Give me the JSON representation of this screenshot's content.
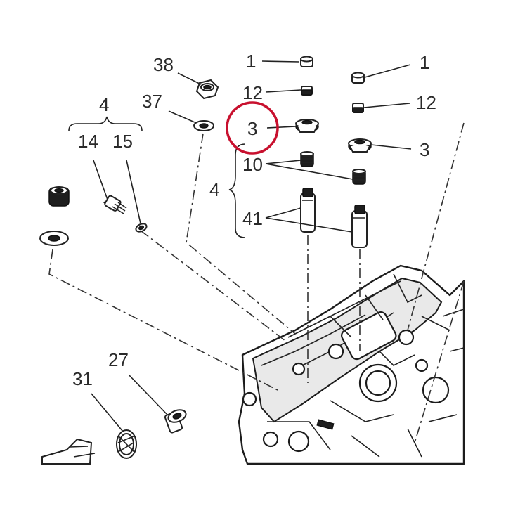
{
  "callouts": {
    "c1_left": "1",
    "c1_right": "1",
    "c12_left": "12",
    "c12_right": "12",
    "c3_left": "3",
    "c3_right": "3",
    "c10": "10",
    "c41": "41",
    "c4_group_top": "4",
    "c4_group_side": "4",
    "c14": "14",
    "c15": "15",
    "c38": "38",
    "c37": "37",
    "c27": "27",
    "c31": "31"
  },
  "colors": {
    "line": "#222222",
    "highlight_circle": "#c8102e",
    "background": "#ffffff"
  },
  "highlight": {
    "target": "c3_left"
  }
}
